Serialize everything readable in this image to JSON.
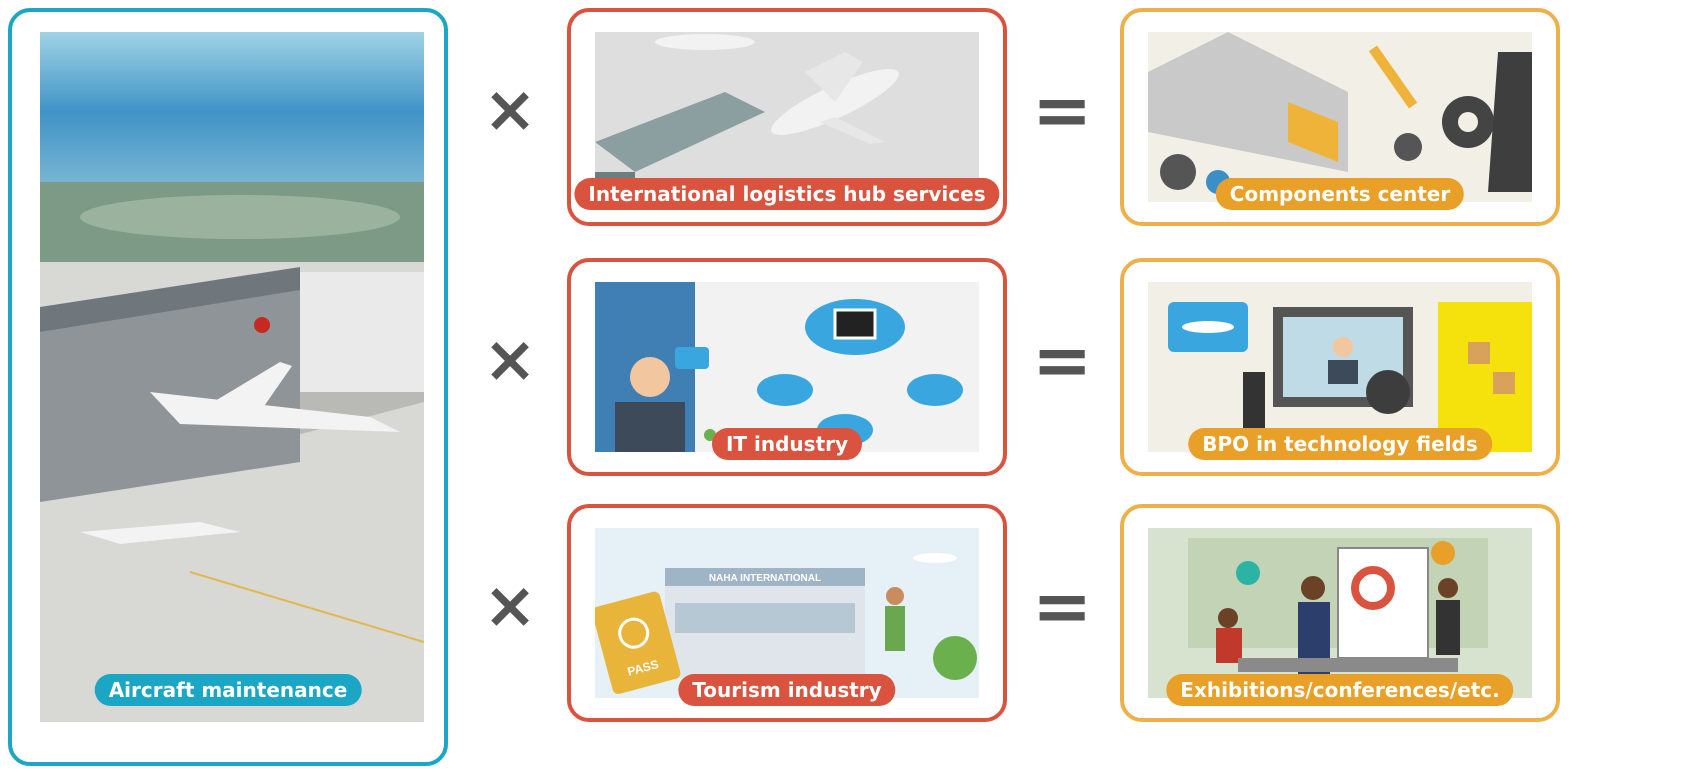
{
  "left_panel": {
    "label": "Aircraft maintenance",
    "color": "#1aa6c4"
  },
  "rows": [
    {
      "operator": "×",
      "middle": {
        "label": "International logistics hub services"
      },
      "equals": "=",
      "right": {
        "label": "Components center"
      }
    },
    {
      "operator": "×",
      "middle": {
        "label": "IT industry"
      },
      "equals": "=",
      "right": {
        "label": "BPO in technology fields"
      }
    },
    {
      "operator": "×",
      "middle": {
        "label": "Tourism industry",
        "sign_text": "NAHA INTERNATIONAL",
        "passport_text": "PASS"
      },
      "equals": "=",
      "right": {
        "label": "Exhibitions/conferences/etc."
      }
    }
  ],
  "colors": {
    "middle_border": "#d9533f",
    "right_border": "#eeb04b",
    "right_pill": "#e8a028"
  }
}
